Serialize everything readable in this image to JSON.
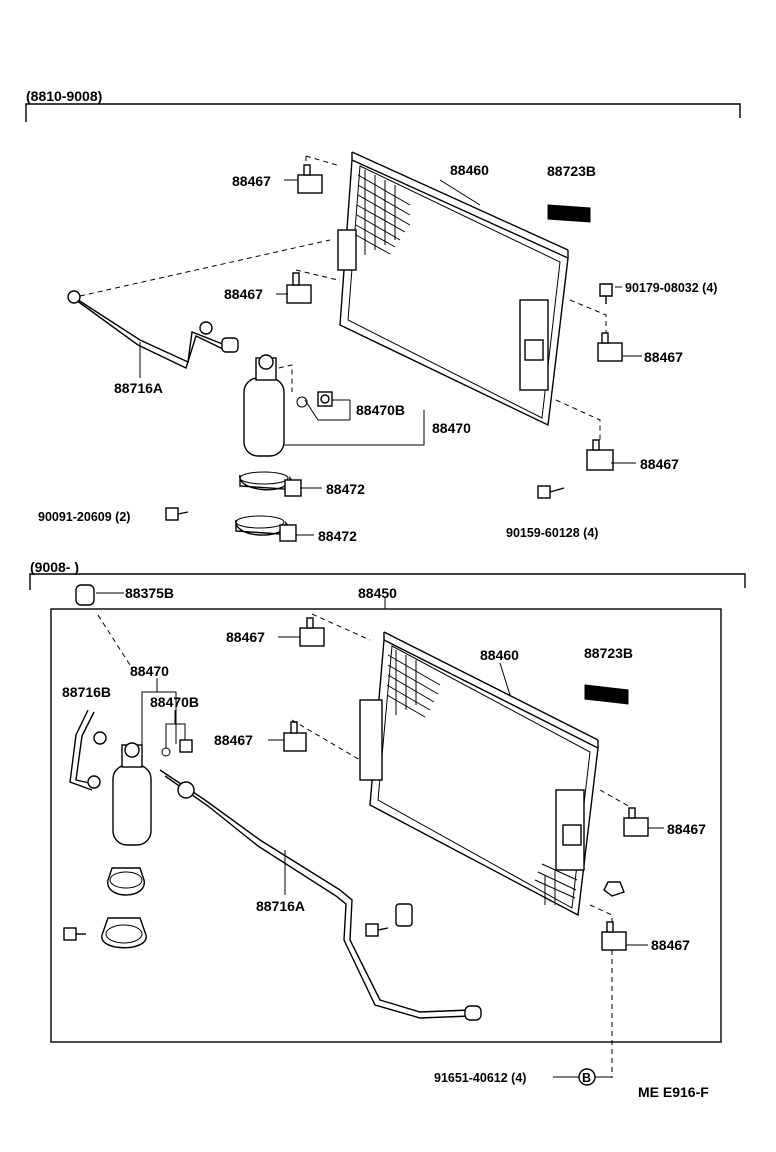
{
  "sections": {
    "top_range": "(8810-9008)",
    "bottom_range": "(9008-        )"
  },
  "parts": {
    "top_bracket_upper_left": "88467",
    "top_condenser_core": "88460",
    "top_label_plate": "88723B",
    "top_bracket_middle_left": "88467",
    "top_bolt_upper_right": "90179-08032 (4)",
    "top_bracket_right_upper": "88467",
    "top_pipe": "88716A",
    "top_oring_set": "88470B",
    "top_receiver": "88470",
    "top_bracket_right_lower": "88467",
    "top_clamp_1": "88472",
    "top_clamp_2": "88472",
    "top_bolt_left": "90091-20609 (2)",
    "top_bolt_lower_right": "90159-60128 (4)",
    "bottom_fitting": "88375B",
    "bottom_assembly": "88450",
    "bottom_bracket_upper_left": "88467",
    "bottom_condenser_core": "88460",
    "bottom_label_plate": "88723B",
    "bottom_receiver": "88470",
    "bottom_pipe_b": "88716B",
    "bottom_oring_set": "88470B",
    "bottom_bracket_middle_left": "88467",
    "bottom_bracket_right_upper": "88467",
    "bottom_pipe_a": "88716A",
    "bottom_bracket_right_lower": "88467",
    "bottom_nut": "91651-40612 (4)",
    "bottom_nut_symbol": "B"
  },
  "footer": {
    "code": "ME  E916-F"
  }
}
